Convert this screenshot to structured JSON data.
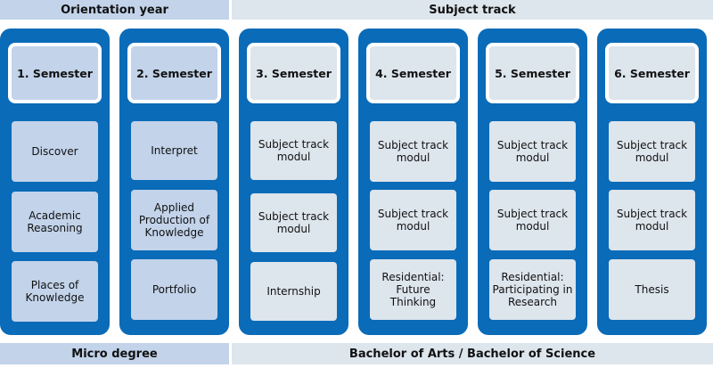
{
  "bands": {
    "top_left": "Orientation year",
    "top_right": "Subject track",
    "bottom_left": "Micro degree",
    "bottom_right": "Bachelor of Arts / Bachelor of Science"
  },
  "colors": {
    "column": "#0a6bb8",
    "orientation_box": "#c2d3ea",
    "subject_box": "#dde5ed"
  },
  "semesters": [
    {
      "title": "1. Semester",
      "modules": [
        "Discover",
        "Academic\nReasoning",
        "Places of\nKnowledge"
      ]
    },
    {
      "title": "2. Semester",
      "modules": [
        "Interpret",
        "Applied\nProduction of\nKnowledge",
        "Portfolio"
      ]
    },
    {
      "title": "3. Semester",
      "modules": [
        "Subject track\nmodul",
        "Subject track\nmodul",
        "Internship"
      ]
    },
    {
      "title": "4. Semester",
      "modules": [
        "Subject track\nmodul",
        "Subject track\nmodul",
        "Residential:\nFuture\nThinking"
      ]
    },
    {
      "title": "5. Semester",
      "modules": [
        "Subject track\nmodul",
        "Subject track\nmodul",
        "Residential:\nParticipating in\nResearch"
      ]
    },
    {
      "title": "6. Semester",
      "modules": [
        "Subject track\nmodul",
        "Subject track\nmodul",
        "Thesis"
      ]
    }
  ]
}
